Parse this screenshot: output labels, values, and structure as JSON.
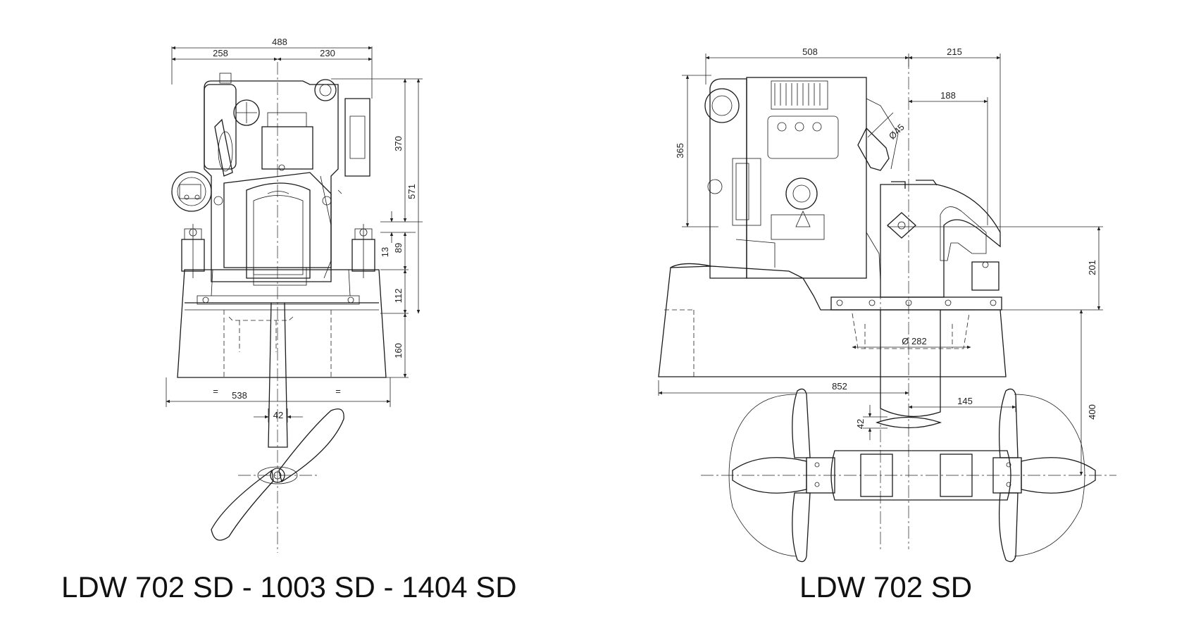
{
  "left_view": {
    "dimensions": {
      "overall_width": "488",
      "left_part": "258",
      "right_part": "230",
      "height_top": "370",
      "height_total": "571",
      "offset_13": "13",
      "height_89": "89",
      "height_112": "112",
      "height_160": "160",
      "base_width": "538",
      "equal_mark": "=",
      "leg_width": "42"
    },
    "caption": "LDW 702 SD - 1003 SD - 1404 SD"
  },
  "right_view": {
    "dimensions": {
      "overall_width": "508",
      "offset_215": "215",
      "offset_188": "188",
      "height_365": "365",
      "exhaust_diameter": "Ø45",
      "height_201": "201",
      "flange_diameter": "Ø 282",
      "base_width": "852",
      "offset_145": "145",
      "leg_width": "42",
      "height_400": "400"
    },
    "caption": "LDW 702 SD"
  }
}
